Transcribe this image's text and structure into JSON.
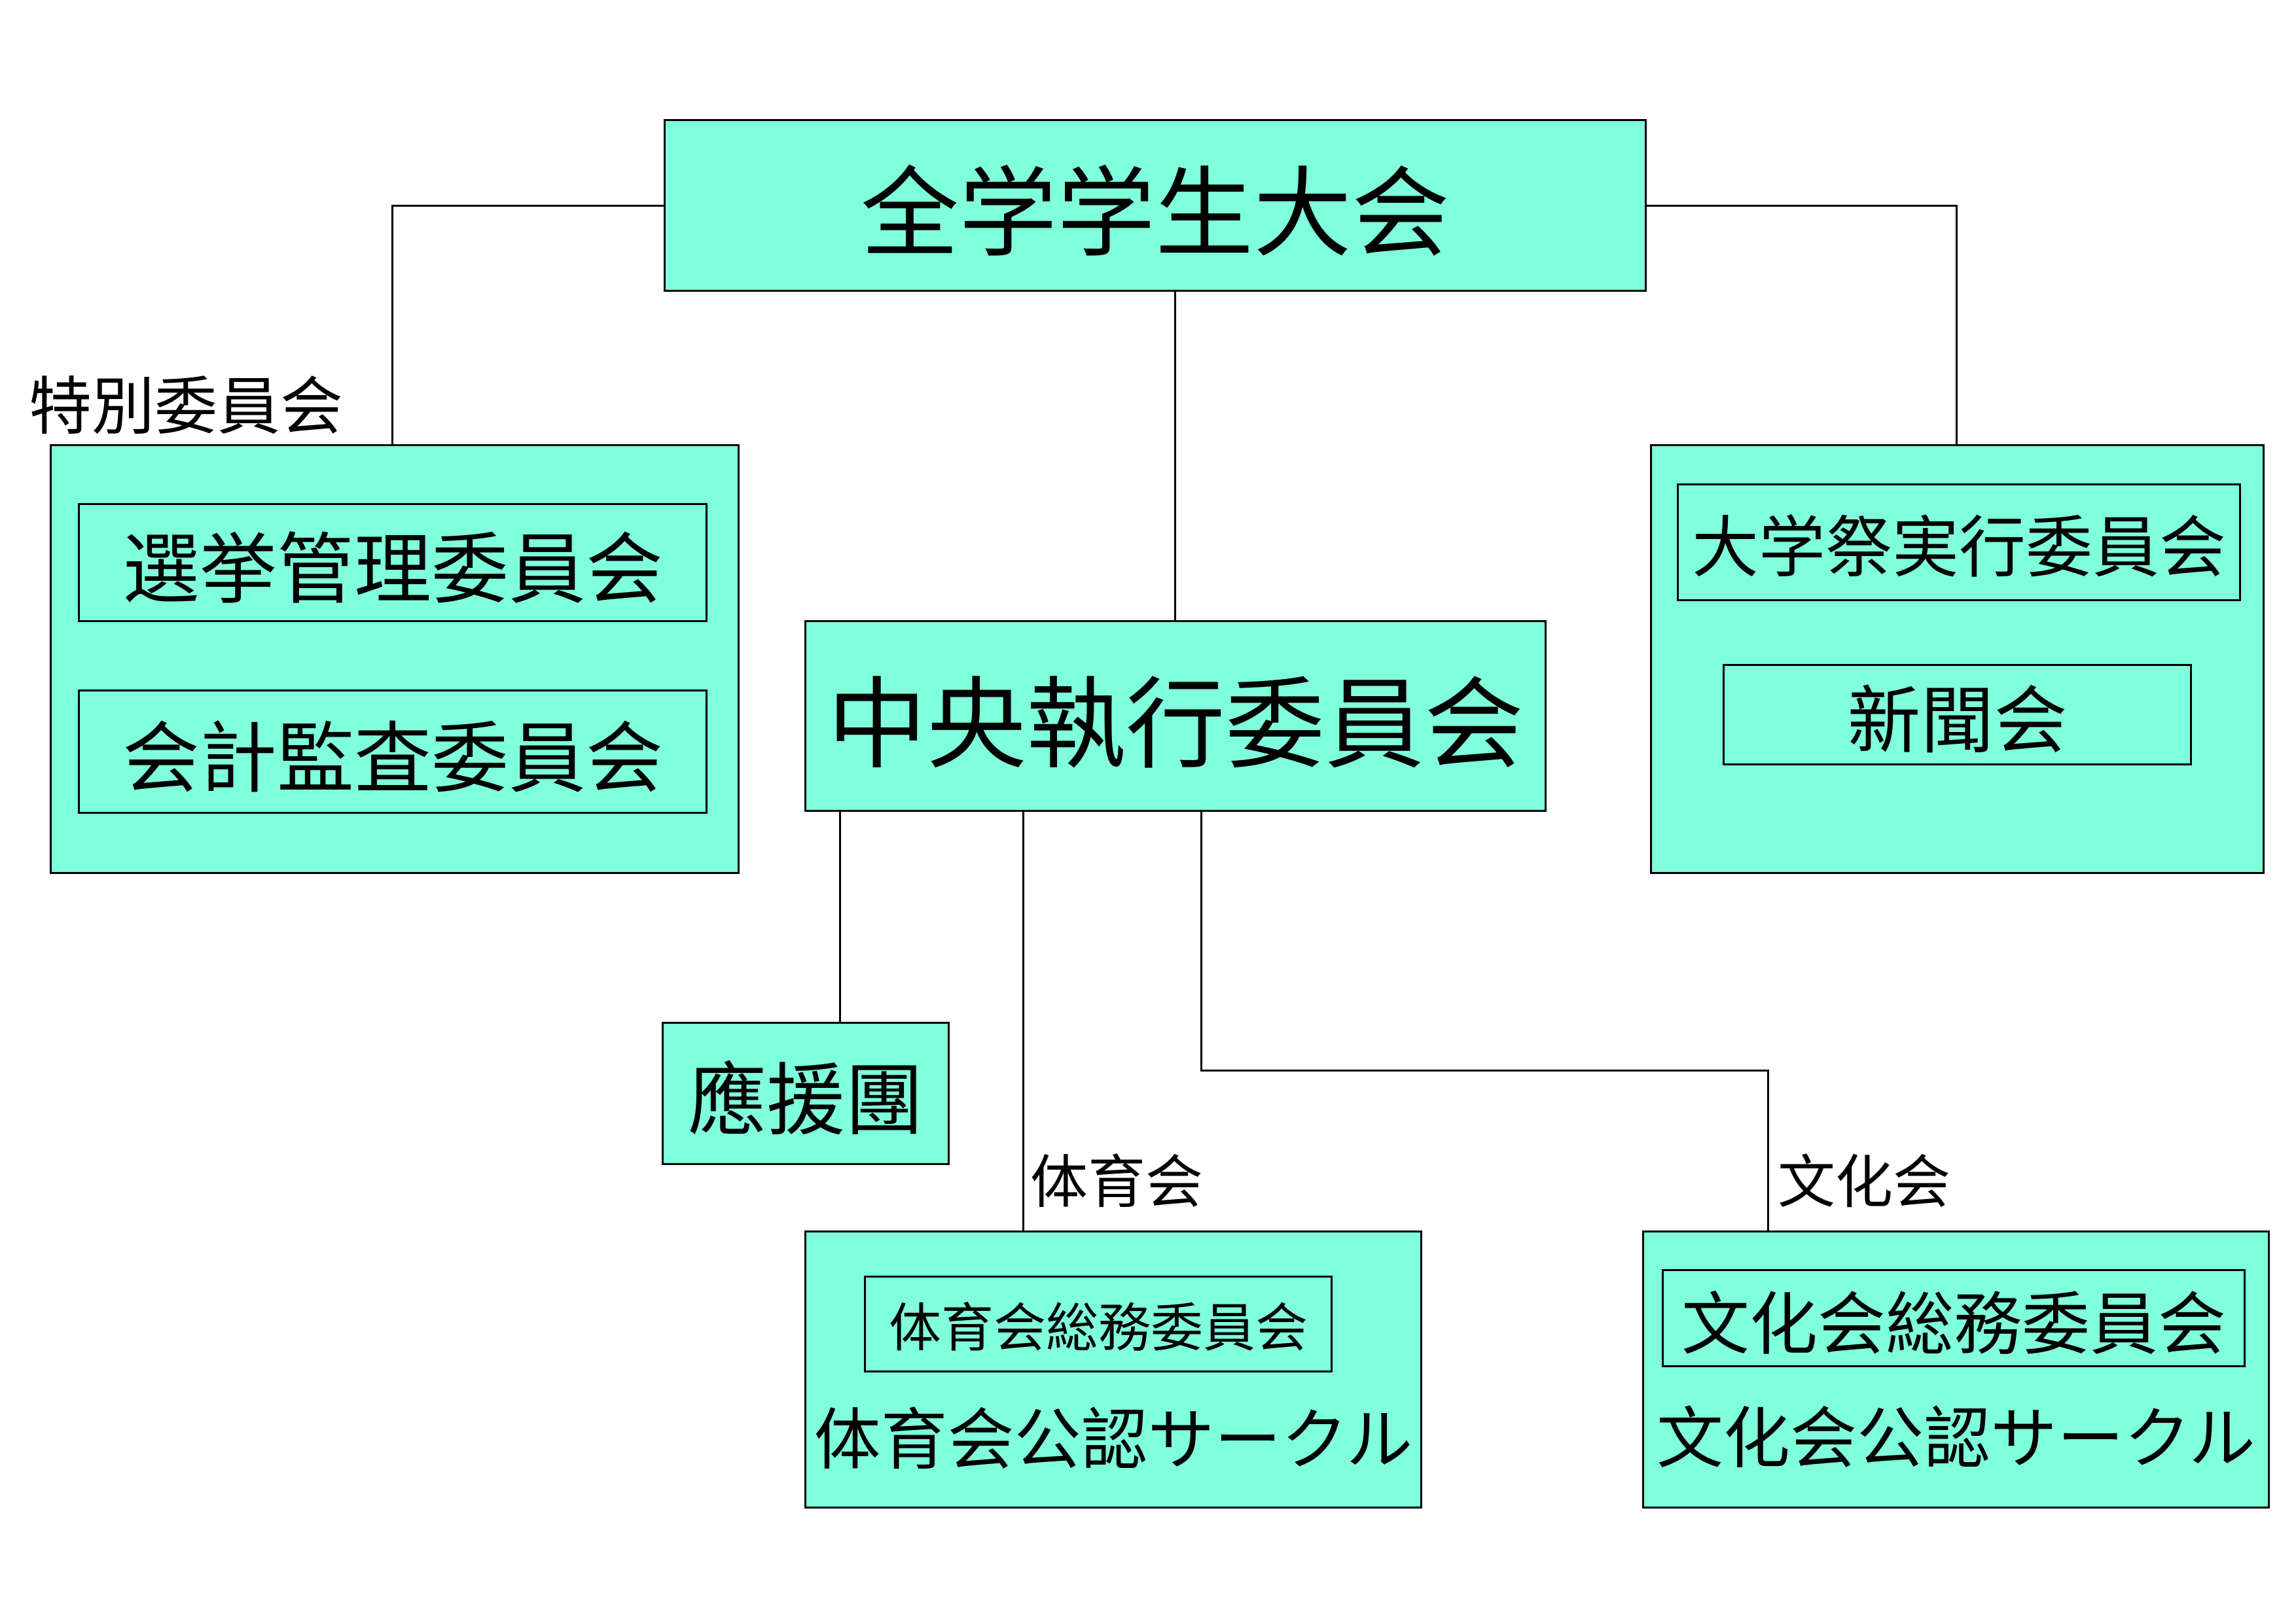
{
  "colors": {
    "box_fill": "#7fffdc",
    "line": "#000000"
  },
  "nodes": {
    "general_assembly": "全学学生大会",
    "special_committees": {
      "label": "特別委員会",
      "items": [
        "選挙管理委員会",
        "会計監査委員会"
      ]
    },
    "central_executive": "中央執行委員会",
    "right_group": {
      "items": [
        "大学祭実行委員会",
        "新聞会"
      ]
    },
    "cheer_squad": "應援團",
    "athletic": {
      "label": "体育会",
      "committee": "体育会総務委員会",
      "circles": "体育会公認サークル"
    },
    "cultural": {
      "label": "文化会",
      "committee": "文化会総務委員会",
      "circles": "文化会公認サークル"
    }
  }
}
